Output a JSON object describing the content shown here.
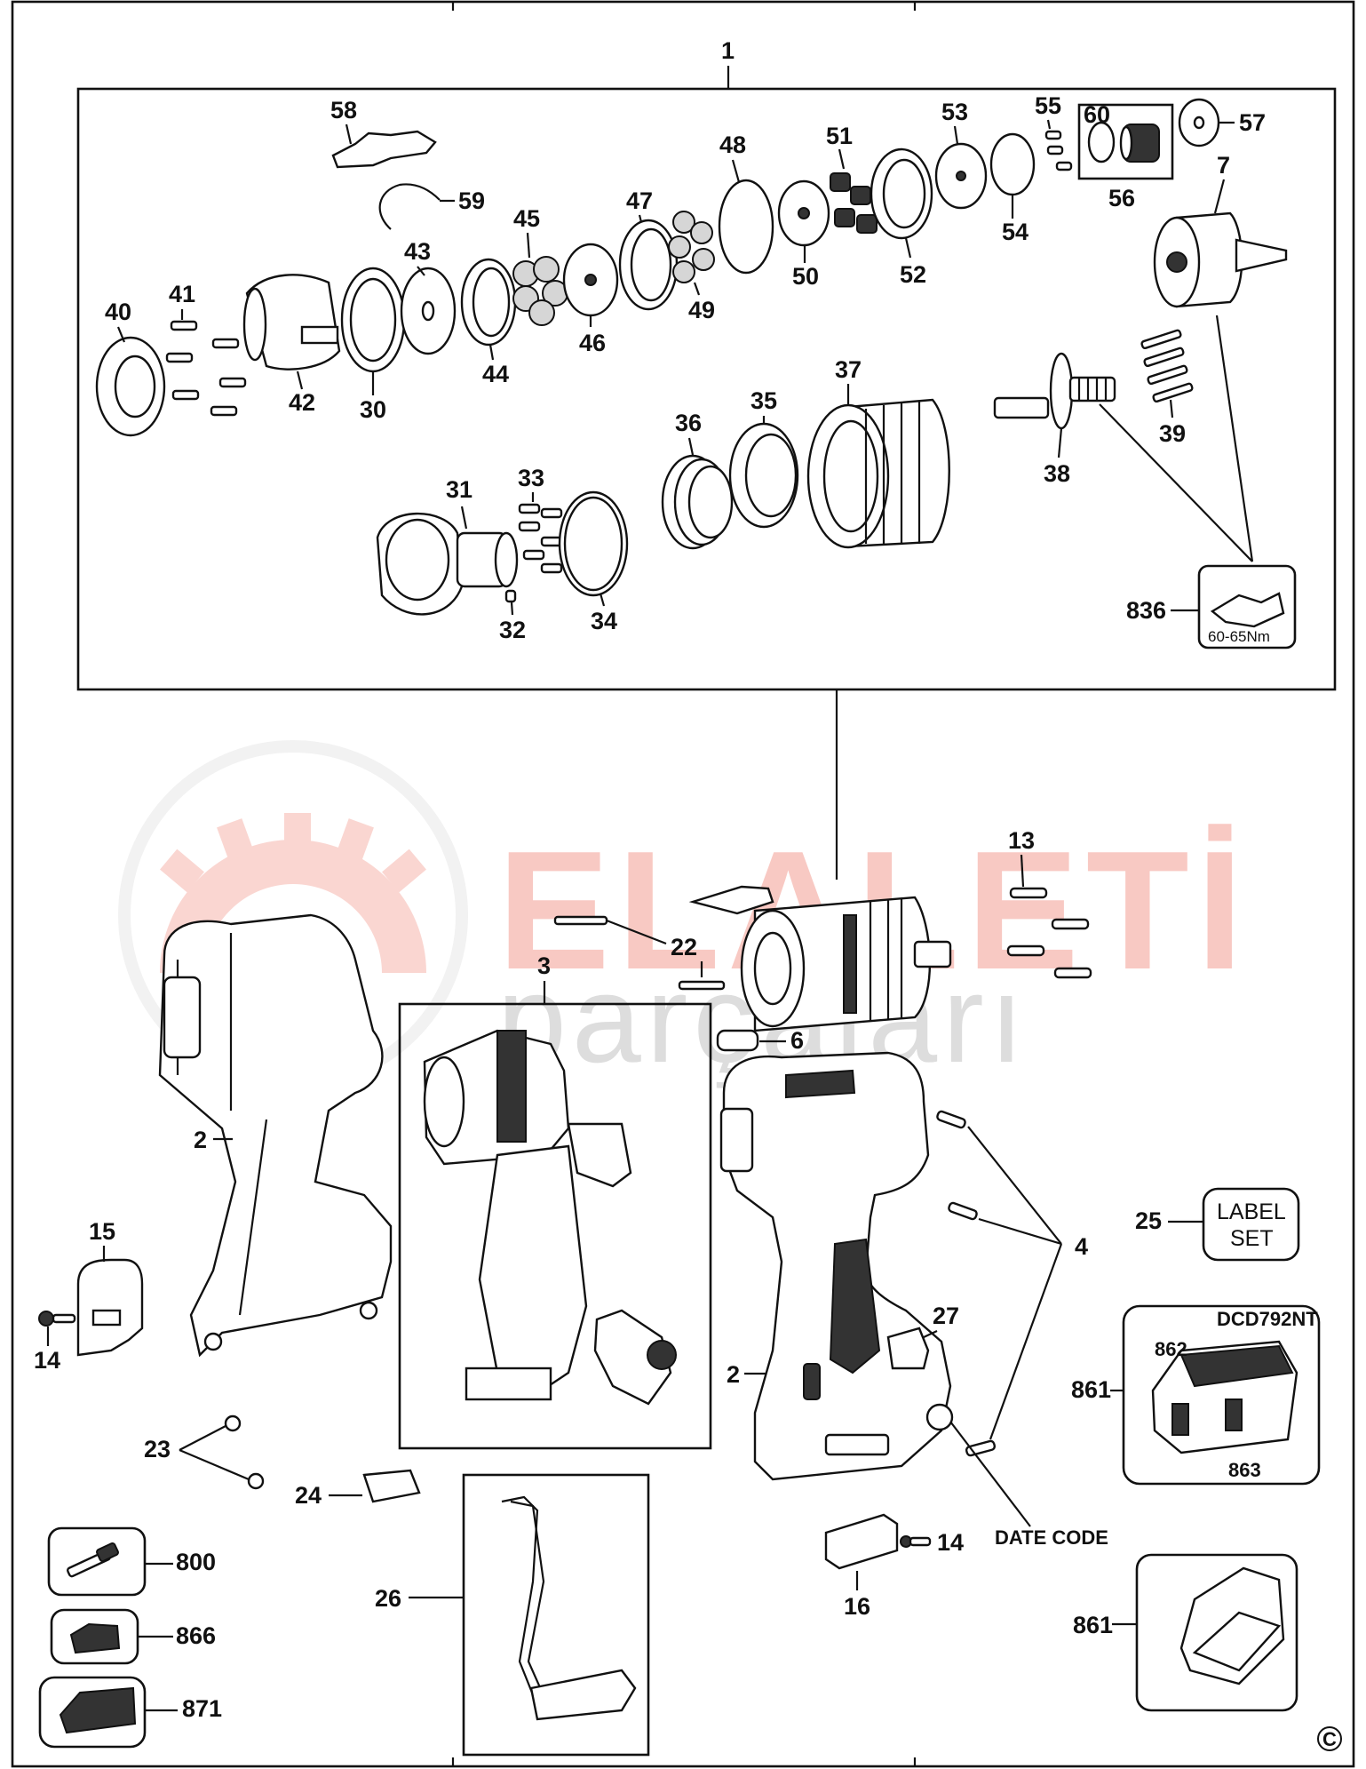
{
  "diagram": {
    "labels": {
      "l1": "1",
      "l2a": "2",
      "l2b": "2",
      "l3": "3",
      "l4": "4",
      "l6": "6",
      "l7": "7",
      "l13": "13",
      "l14a": "14",
      "l14b": "14",
      "l15": "15",
      "l16": "16",
      "l22": "22",
      "l23": "23",
      "l24": "24",
      "l25": "25",
      "l26": "26",
      "l27": "27",
      "l30": "30",
      "l31": "31",
      "l32": "32",
      "l33": "33",
      "l34": "34",
      "l35": "35",
      "l36": "36",
      "l37": "37",
      "l38": "38",
      "l39": "39",
      "l40": "40",
      "l41": "41",
      "l42": "42",
      "l43": "43",
      "l44": "44",
      "l45": "45",
      "l46": "46",
      "l47": "47",
      "l48": "48",
      "l49": "49",
      "l50": "50",
      "l51": "51",
      "l52": "52",
      "l53": "53",
      "l54": "54",
      "l55": "55",
      "l56": "56",
      "l57": "57",
      "l58": "58",
      "l59": "59",
      "l60": "60",
      "l800": "800",
      "l836": "836",
      "l861a": "861",
      "l861b": "861",
      "l862": "862",
      "l863": "863",
      "l866": "866",
      "l871": "871"
    },
    "torque_note": "60-65Nm",
    "label_set_line1": "LABEL",
    "label_set_line2": "SET",
    "kit_model": "DCD792NT",
    "date_code": "DATE CODE",
    "copyright": "C"
  },
  "watermark": {
    "line1": "ELALETİ",
    "line2": "parçaları",
    "color": "#f08a7c"
  }
}
